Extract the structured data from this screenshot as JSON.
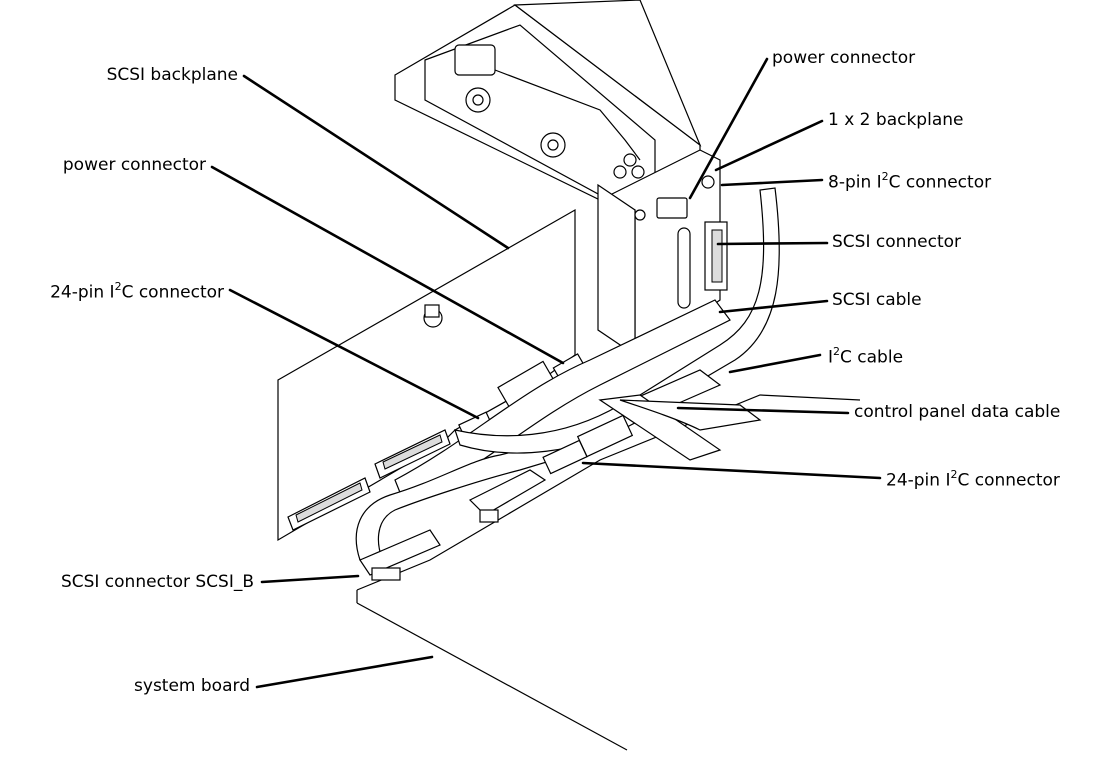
{
  "labels": {
    "scsi_backplane": "SCSI backplane",
    "power_connector_left": "power connector",
    "i2c_24pin_left_pre": "24-pin I",
    "i2c_24pin_left_sup": "2",
    "i2c_24pin_left_post": "C connector",
    "scsi_connector_b": "SCSI connector SCSI_B",
    "system_board": "system board",
    "power_connector_top": "power connector",
    "backplane_1x2": "1 x 2 backplane",
    "i2c_8pin_pre": "8-pin I",
    "i2c_8pin_sup": "2",
    "i2c_8pin_post": "C connector",
    "scsi_connector": "SCSI connector",
    "scsi_cable": "SCSI cable",
    "i2c_cable_pre": "I",
    "i2c_cable_sup": "2",
    "i2c_cable_post": "C cable",
    "control_panel_data_cable": "control panel data cable",
    "i2c_24pin_right_pre": "24-pin I",
    "i2c_24pin_right_sup": "2",
    "i2c_24pin_right_post": "C connector"
  }
}
